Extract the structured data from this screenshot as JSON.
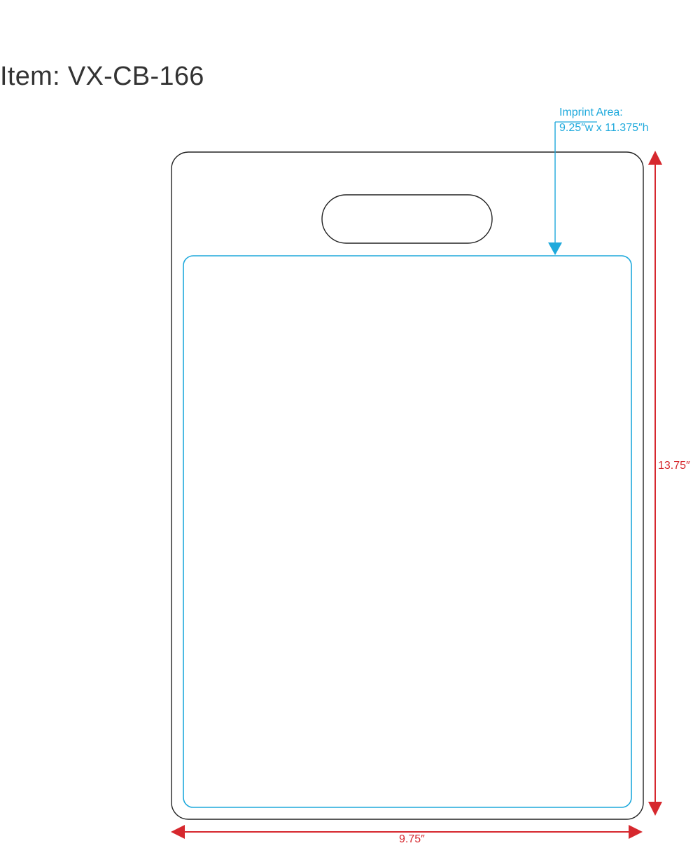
{
  "item": {
    "title": "Item: VX-CB-166"
  },
  "imprint": {
    "label": "Imprint Area:",
    "dimensions": "9.25″w x 11.375″h",
    "color": "#1ea9dc"
  },
  "dimensions": {
    "height": "13.75″",
    "width": "9.75″",
    "color": "#d6282e"
  },
  "board": {
    "outline_color": "#222222"
  }
}
